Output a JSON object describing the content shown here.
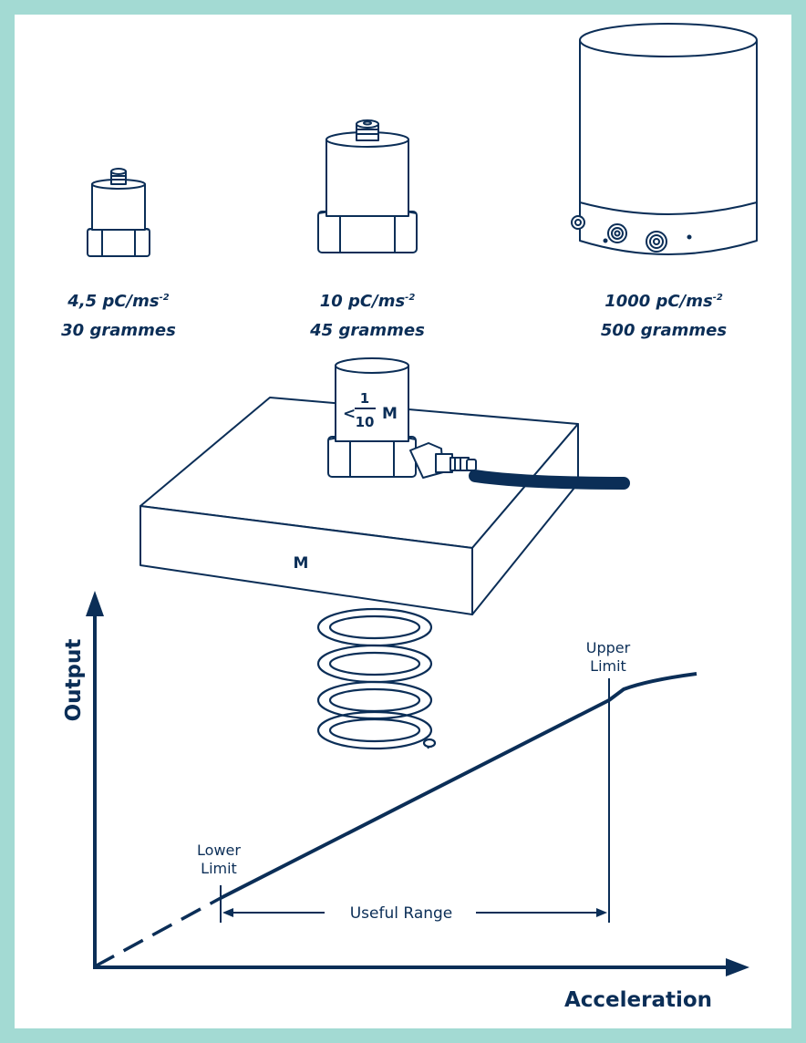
{
  "colors": {
    "frame": "#a3dad3",
    "ink": "#0b2e57",
    "background": "#ffffff"
  },
  "sensors": [
    {
      "sensitivity": "4,5 pC/ms",
      "exponent": "-2",
      "mass": "30 grammes"
    },
    {
      "sensitivity": "10 pC/ms",
      "exponent": "-2",
      "mass": "45 grammes"
    },
    {
      "sensitivity": "1000 pC/ms",
      "exponent": "-2",
      "mass": "500 grammes"
    }
  ],
  "mounted_sensor": {
    "prefix": "<",
    "numerator": "1",
    "denominator": "10",
    "suffix": "M"
  },
  "block": {
    "label": "M"
  },
  "graph": {
    "y_axis_label": "Output",
    "x_axis_label": "Acceleration",
    "lower_limit": [
      "Lower",
      "Limit"
    ],
    "upper_limit": [
      "Upper",
      "Limit"
    ],
    "useful_range": "Useful Range"
  }
}
